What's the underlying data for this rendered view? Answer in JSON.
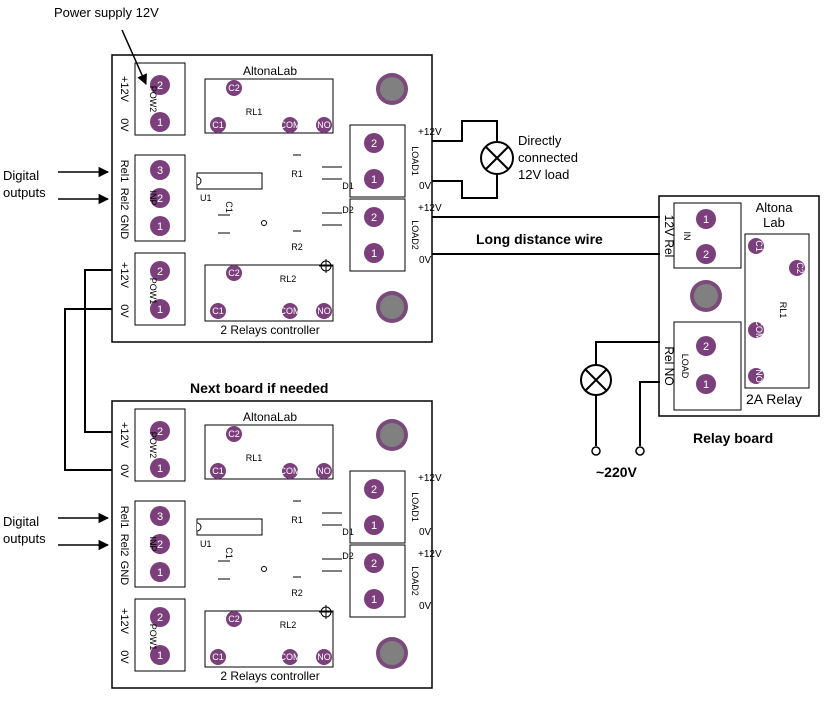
{
  "annotations": {
    "power_supply": "Power supply 12V",
    "digital_outputs_top": "Digital\noutputs",
    "digital_outputs_bottom": "Digital\noutputs",
    "directly_connected": "Directly\nconnected\n12V load",
    "long_distance": "Long distance wire",
    "next_board": "Next board if needed",
    "relay_board": "Relay board",
    "mains": "~220V"
  },
  "controller": {
    "brand": "AltonaLab",
    "footer": "2 Relays controller",
    "pow2_label": "POW2",
    "pow1_label": "POW1",
    "inp_label": "INP",
    "load1_label": "LOAD1",
    "load2_label": "LOAD2",
    "plus12": "+12V",
    "zero_v": "0V",
    "rel1": "Rel1",
    "rel2": "Rel2",
    "gnd": "GND",
    "rl1": "RL1",
    "rl2": "RL2",
    "r1": "R1",
    "r2": "R2",
    "u1": "U1",
    "c1": "C1",
    "d1": "D1",
    "d2": "D2",
    "pin_c2": "C2",
    "pin_c1": "C1",
    "pin_com": "COM",
    "pin_no": "NO",
    "n1": "1",
    "n2": "2",
    "n3": "3"
  },
  "relay_board": {
    "brand_line1": "Altona",
    "brand_line2": "Lab",
    "footer": "2A Relay",
    "in_label": "IN",
    "load_label": "LOAD",
    "rl1": "RL1",
    "side_top": "12V Rel",
    "side_bottom": "Rel NO",
    "pin_c1": "C1",
    "pin_c2": "C2",
    "pin_com": "COM",
    "pin_no": "NO",
    "n1": "1",
    "n2": "2"
  },
  "colors": {
    "pad": "#7b3f7b",
    "pad_text": "#ffffff",
    "hole_outer": "#7a4a7a",
    "hole_inner": "#808080",
    "line": "#000000"
  }
}
